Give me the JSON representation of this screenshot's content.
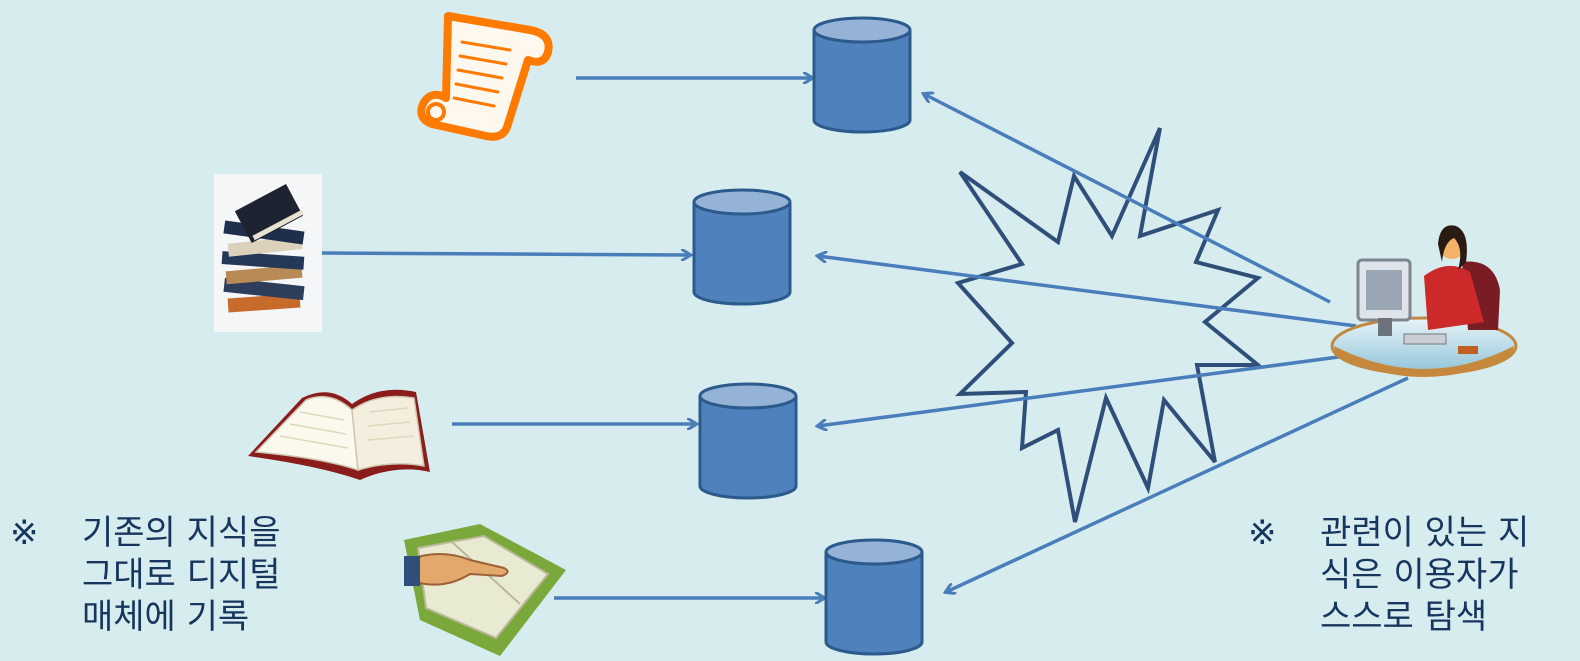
{
  "colors": {
    "background": "#d7ecee",
    "cylinder_fill": "#4f81bd",
    "cylinder_top": "#95b3d7",
    "cylinder_stroke": "#2c5a8c",
    "arrow": "#4a7ebb",
    "starburst": "#2f4f7a",
    "text": "#17365d"
  },
  "icons": {
    "source_1": "scroll-icon",
    "source_2": "book-stack-icon",
    "source_3": "open-book-icon",
    "source_4": "hand-on-book-icon",
    "user": "person-at-computer-icon"
  },
  "left_note": {
    "mark": "※",
    "lines": [
      "기존의 지식을",
      "그대로 디지털",
      "매체에 기록"
    ]
  },
  "right_note": {
    "mark": "※",
    "lines": [
      "관련이 있는 지",
      "식은 이용자가",
      "스스로 탐색"
    ]
  }
}
